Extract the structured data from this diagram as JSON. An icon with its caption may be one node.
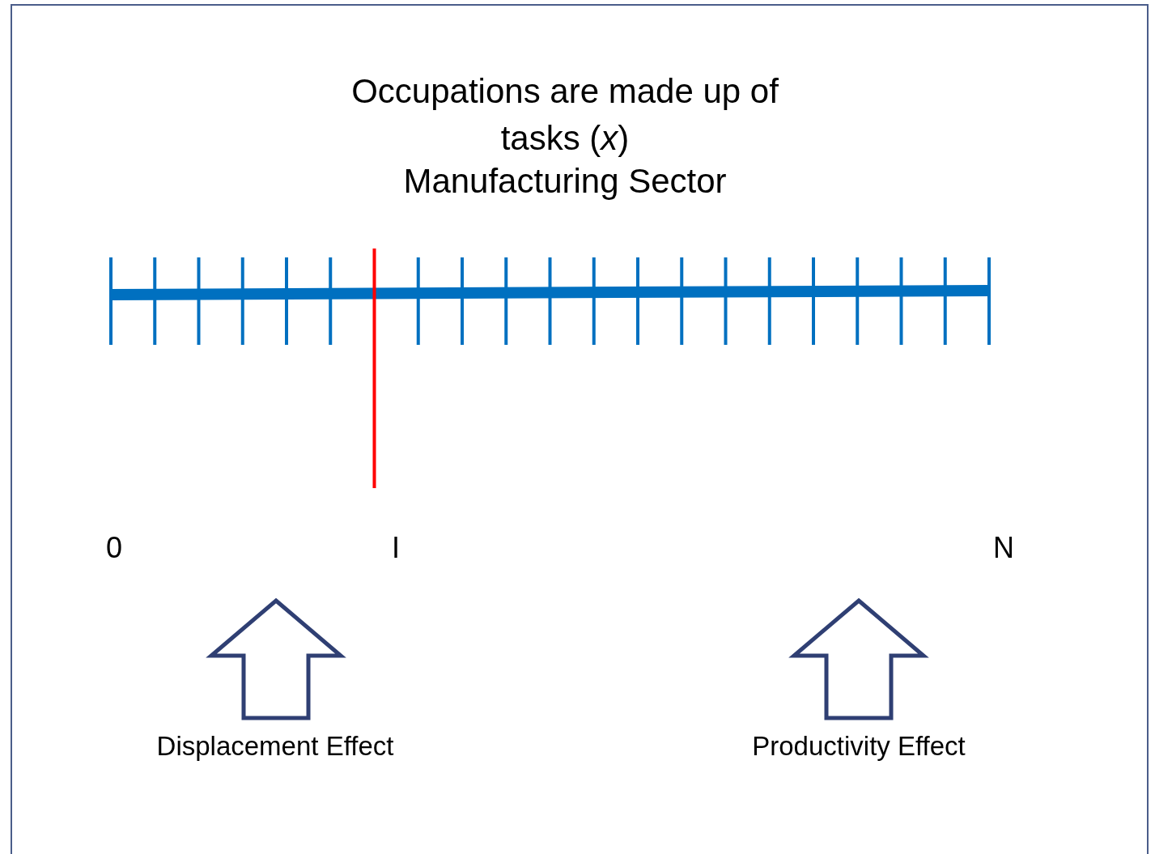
{
  "diagram": {
    "title": "Occupations are made up of tasks (*x*)",
    "labels": [
      "Manufacturing Sector",
      "0",
      "I",
      "N",
      "Displacement Effect",
      "Productivity Effect"
    ]
  }
}
